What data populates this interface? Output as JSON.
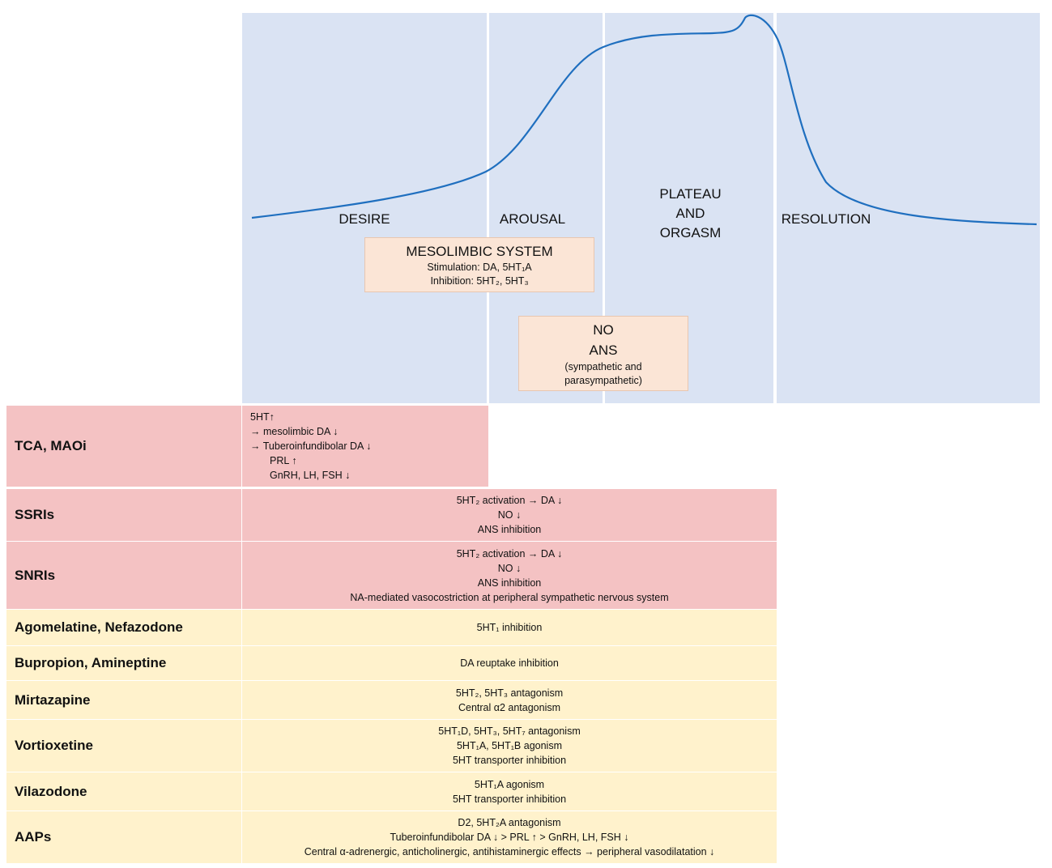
{
  "phases": {
    "desire": "DESIRE",
    "arousal": "AROUSAL",
    "plateau": [
      "PLATEAU",
      "AND",
      "ORGASM"
    ],
    "resolution": "RESOLUTION"
  },
  "mesolimbic": {
    "title": "MESOLIMBIC SYSTEM",
    "stimulation": "Stimulation: DA, 5HT₁A",
    "inhibition": "Inhibition: 5HT₂, 5HT₃"
  },
  "no_ans": {
    "line1": "NO",
    "line2": "ANS",
    "line3": "(sympathetic and",
    "line4": "parasympathetic)"
  },
  "drugs": [
    {
      "name": "TCA, MAOi",
      "color": "#f4c2c3",
      "effects": [
        "5HT↑",
        "→ mesolimbic DA ↓",
        "→ Tuberoinfundibolar DA ↓",
        "PRL ↑",
        "GnRH, LH, FSH ↓"
      ]
    },
    {
      "name": "SSRIs",
      "color": "#f4c2c3",
      "effects": [
        "5HT₂ activation → DA ↓",
        "NO ↓",
        "ANS inhibition"
      ]
    },
    {
      "name": "SNRIs",
      "color": "#f4c2c3",
      "effects": [
        "5HT₂ activation → DA ↓",
        "NO ↓",
        "ANS inhibition",
        "NA-mediated vasocostriction at peripheral sympathetic nervous system"
      ]
    },
    {
      "name": "Agomelatine, Nefazodone",
      "color": "#fff2cc",
      "effects": [
        "5HT₁ inhibition"
      ]
    },
    {
      "name": "Bupropion, Amineptine",
      "color": "#fff2cc",
      "effects": [
        "DA reuptake inhibition"
      ]
    },
    {
      "name": "Mirtazapine",
      "color": "#fff2cc",
      "effects": [
        "5HT₂, 5HT₃ antagonism",
        "Central α2 antagonism"
      ]
    },
    {
      "name": "Vortioxetine",
      "color": "#fff2cc",
      "effects": [
        "5HT₁D, 5HT₃, 5HT₇ antagonism",
        "5HT₁A, 5HT₁B agonism",
        "5HT transporter inhibition"
      ]
    },
    {
      "name": "Vilazodone",
      "color": "#fff2cc",
      "effects": [
        "5HT₁A agonism",
        "5HT transporter inhibition"
      ]
    },
    {
      "name": "AAPs",
      "color": "#fff2cc",
      "effects": [
        "D2, 5HT₂A antagonism",
        "Tuberoinfundibolar DA ↓  > PRL ↑  > GnRH, LH, FSH ↓",
        "Central α-adrenergic, anticholinergic, antihistaminergic effects → peripheral vasodilatation ↓"
      ]
    }
  ],
  "colors": {
    "phase_bg": "#dae3f3",
    "curve": "#1f6fbf",
    "box_bg": "#fbe5d6",
    "red_row": "#f4c2c3",
    "yellow_row": "#fff2cc"
  }
}
